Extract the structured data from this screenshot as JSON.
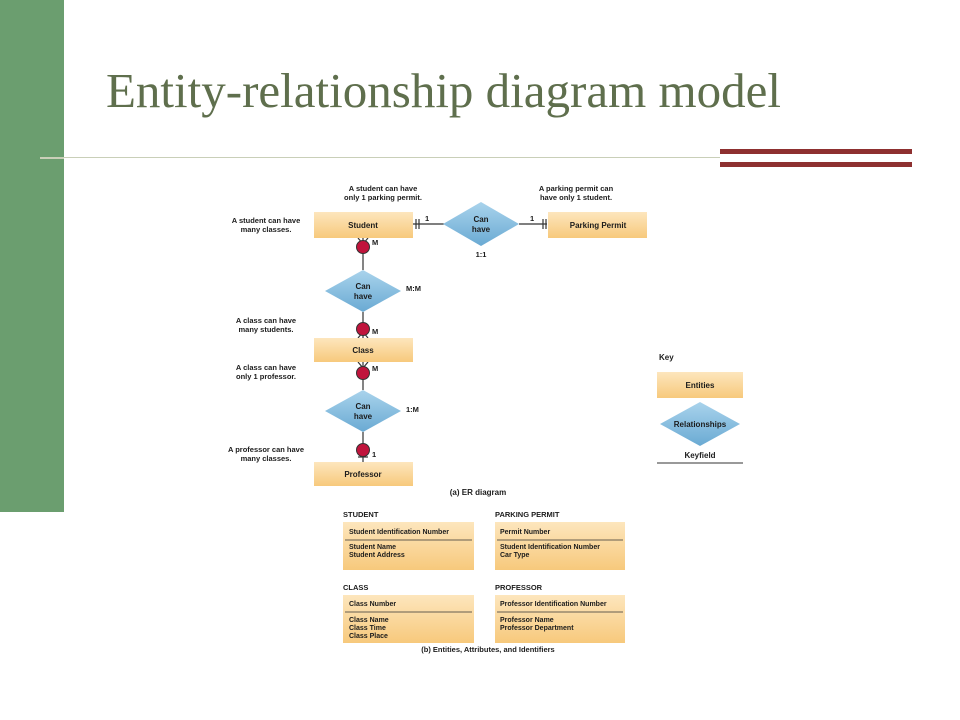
{
  "slide": {
    "title": "Entity-relationship diagram model"
  },
  "er_diagram": {
    "entities": {
      "student": "Student",
      "parking_permit": "Parking Permit",
      "class": "Class",
      "professor": "Professor"
    },
    "relationships": {
      "student_permit": [
        "Can",
        "have"
      ],
      "student_class": [
        "Can",
        "have"
      ],
      "class_professor": [
        "Can",
        "have"
      ]
    },
    "cardinalities": {
      "one_to_one": "1:1",
      "many_to_many": "M:M",
      "one_to_many": "1:M",
      "one": "1",
      "many": "M"
    },
    "notes": {
      "student_permit": [
        "A student can have",
        "only 1 parking permit."
      ],
      "permit_student": [
        "A parking permit can",
        "have only 1 student."
      ],
      "student_classes": [
        "A student can have",
        "many classes."
      ],
      "class_students": [
        "A class can have",
        "many students."
      ],
      "class_professor": [
        "A class can have",
        "only 1 professor."
      ],
      "professor_classes": [
        "A professor can have",
        "many classes."
      ]
    },
    "caption": "(a) ER diagram",
    "key": {
      "title": "Key",
      "entities": "Entities",
      "relationships": "Relationships",
      "keyfield": "Keyfield"
    }
  },
  "attributes_panel": {
    "tables": [
      {
        "name": "STUDENT",
        "key": "Student Identification Number",
        "attributes": [
          "Student Name",
          "Student Address"
        ]
      },
      {
        "name": "PARKING PERMIT",
        "key": "Permit Number",
        "attributes": [
          "Student Identification Number",
          "Car Type"
        ]
      },
      {
        "name": "CLASS",
        "key": "Class Number",
        "attributes": [
          "Class Name",
          "Class Time",
          "Class Place"
        ]
      },
      {
        "name": "PROFESSOR",
        "key": "Professor Identification Number",
        "attributes": [
          "Professor Name",
          "Professor Department"
        ]
      }
    ],
    "caption": "(b) Entities, Attributes, and Identifiers"
  },
  "colors": {
    "sidebar": "#6b9e6f",
    "title": "#5f6f4d",
    "accent_bar": "#8e3030",
    "entity_fill": "#fcd9a0",
    "relationship_fill": "#7fb7d9",
    "crow_foot_marker": "#c0143c"
  }
}
